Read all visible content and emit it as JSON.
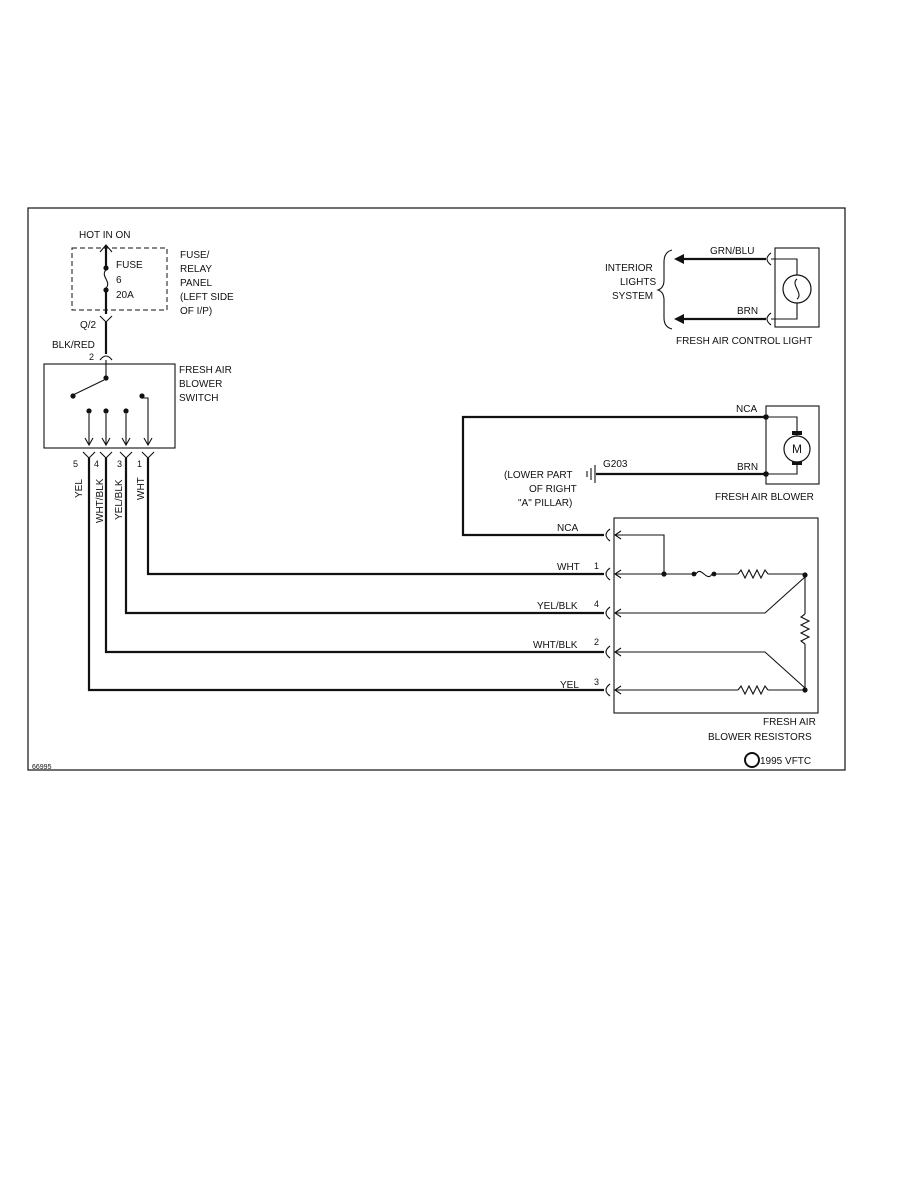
{
  "figure_id": "66995",
  "copyright": "1995 VFTC",
  "power": {
    "label": "HOT IN ON"
  },
  "fuse_panel": {
    "fuse_label": "FUSE",
    "fuse_number": "6",
    "fuse_rating": "20A",
    "name_lines": [
      "FUSE/",
      "RELAY",
      "PANEL",
      "(LEFT SIDE",
      "OF I/P)"
    ],
    "connector": "Q/2"
  },
  "blower_switch": {
    "name_lines": [
      "FRESH AIR",
      "BLOWER",
      "SWITCH"
    ],
    "input_wire": "BLK/RED",
    "input_pin": "2",
    "output_pins": [
      "5",
      "4",
      "3",
      "1"
    ],
    "output_wires": [
      "YEL",
      "WHT/BLK",
      "YEL/BLK",
      "WHT"
    ]
  },
  "interior_lights": {
    "name_lines": [
      "INTERIOR",
      "LIGHTS",
      "SYSTEM"
    ]
  },
  "control_light": {
    "name": "FRESH AIR CONTROL LIGHT",
    "wire_top": "GRN/BLU",
    "wire_bottom": "BRN"
  },
  "blower_motor": {
    "name": "FRESH AIR BLOWER",
    "symbol": "M",
    "wire_top": "NCA",
    "wire_bottom": "BRN"
  },
  "ground": {
    "id": "G203",
    "location_lines": [
      "(LOWER PART",
      "OF RIGHT",
      "\"A\" PILLAR)"
    ]
  },
  "resistors": {
    "name_lines": [
      "FRESH AIR",
      "BLOWER RESISTORS"
    ],
    "nca_wire": "NCA",
    "inputs": [
      {
        "wire": "WHT",
        "pin": "1"
      },
      {
        "wire": "YEL/BLK",
        "pin": "4"
      },
      {
        "wire": "WHT/BLK",
        "pin": "2"
      },
      {
        "wire": "YEL",
        "pin": "3"
      }
    ]
  }
}
